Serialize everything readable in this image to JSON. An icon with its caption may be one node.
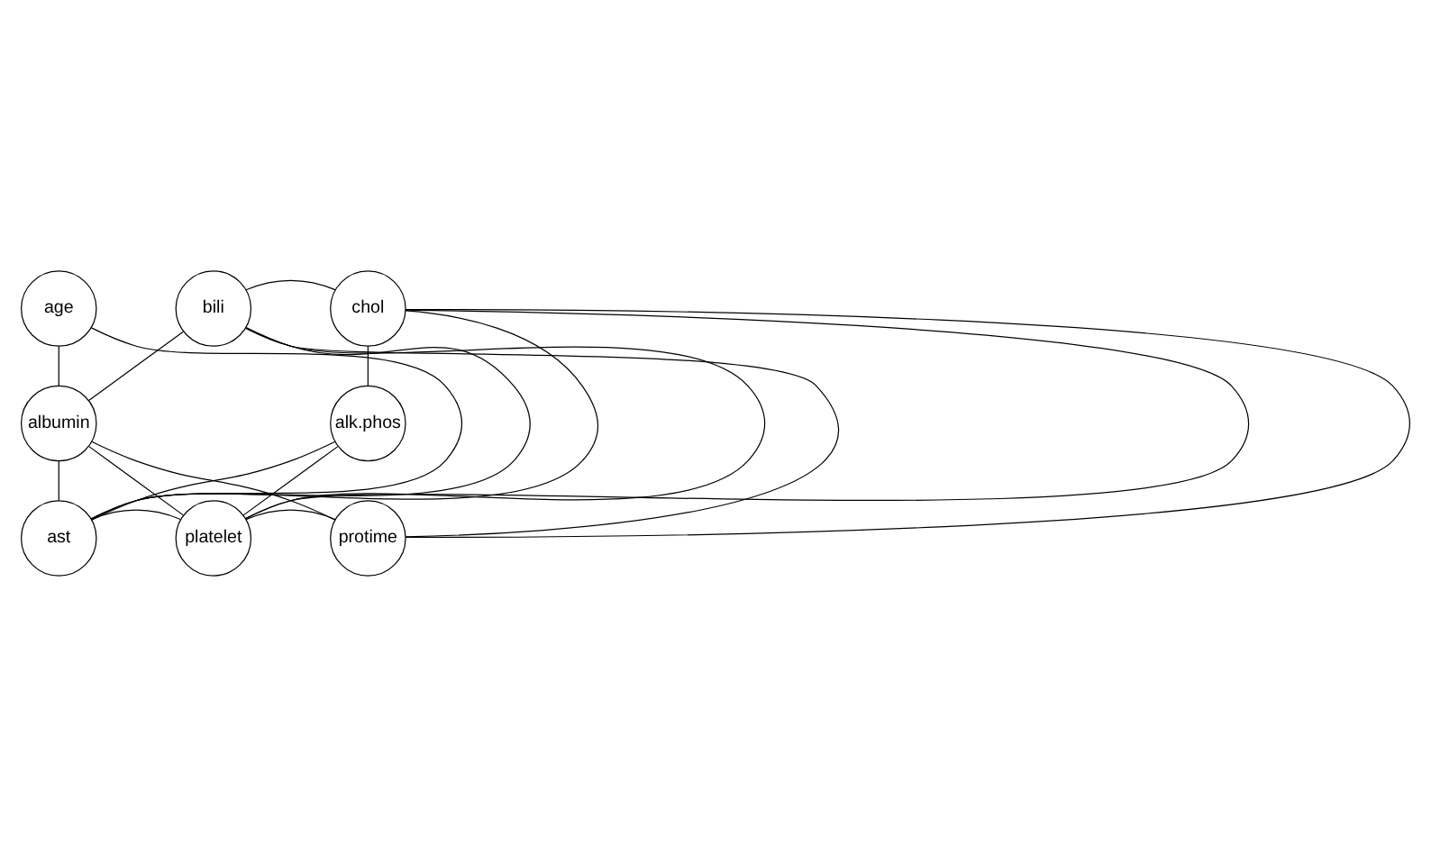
{
  "diagram": {
    "nodes": [
      {
        "text": [
          "age"
        ]
      },
      {
        "text": [
          "bili"
        ]
      },
      {
        "text": [
          "chol"
        ]
      },
      {
        "text": [
          "albumin"
        ]
      },
      {
        "text": [
          "alk.phos"
        ]
      },
      {
        "text": [
          "ast"
        ]
      },
      {
        "text": [
          "platelet"
        ]
      },
      {
        "text": [
          "protime"
        ]
      }
    ],
    "edges": [
      {
        "from": 0,
        "to": 3,
        "arrow": "none"
      },
      {
        "from": 3,
        "to": 5,
        "arrow": "none"
      },
      {
        "from": 0,
        "to": 5,
        "arrow": "none"
      },
      {
        "from": 1,
        "to": 2,
        "arrow": "none"
      },
      {
        "from": 2,
        "to": 4,
        "arrow": "none"
      },
      {
        "from": 2,
        "to": 7,
        "arrow": "none"
      },
      {
        "from": 1,
        "to": 3,
        "arrow": "none"
      },
      {
        "from": 1,
        "to": 5,
        "arrow": "none"
      },
      {
        "from": 1,
        "to": 6,
        "arrow": "none"
      },
      {
        "from": 1,
        "to": 7,
        "arrow": "none"
      },
      {
        "from": 2,
        "to": 5,
        "arrow": "none"
      },
      {
        "from": 2,
        "to": 6,
        "arrow": "none"
      },
      {
        "from": 3,
        "to": 6,
        "arrow": "none"
      },
      {
        "from": 3,
        "to": 7,
        "arrow": "none"
      },
      {
        "from": 5,
        "to": 4,
        "arrow": "none"
      },
      {
        "from": 5,
        "to": 6,
        "arrow": "none"
      },
      {
        "from": 6,
        "to": 4,
        "arrow": "none"
      },
      {
        "from": 6,
        "to": 7,
        "arrow": "none"
      }
    ]
  }
}
